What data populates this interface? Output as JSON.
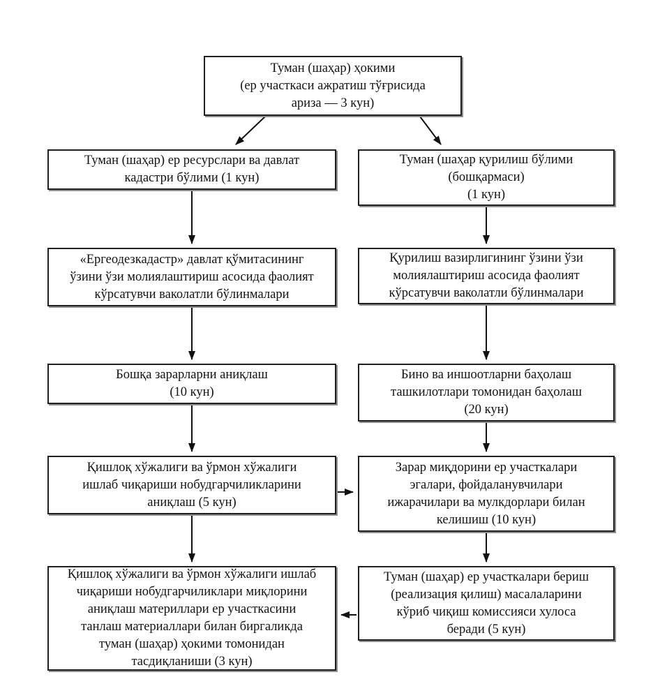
{
  "diagram": {
    "type": "flowchart",
    "language": "uz-cyrillic",
    "nodes": {
      "top": {
        "text": "Туман (шаҳар) ҳокими\n(ер участкаси ажратиш тўғрисида\nариза — 3 кун)"
      },
      "left1": {
        "text": "Туман (шаҳар) ер ресурслари ва давлат\nкадастри бўлими (1 кун)"
      },
      "left2": {
        "text": "«Ергеодезкадастр» давлат қўмитасининг\nўзини ўзи молиялаштириш асосида фаолият\nкўрсатувчи ваколатли бўлинмалари"
      },
      "left3": {
        "text": "Бошқа зарарларни аниқлаш\n(10 кун)"
      },
      "left4": {
        "text": "Қишлоқ хўжалиги ва ўрмон хўжалиги\nишлаб чиқариши нобудгарчиликларини\nаниқлаш (5 кун)"
      },
      "left5": {
        "text": "Қишлоқ хўжалиги ва ўрмон хўжалиги ишлаб\nчиқариши нобудгарчиликлари миқлорини\nаниқлаш материллари ер участкасини\nтанлаш материаллари билан биргаликда\nтуман (шаҳар) ҳокими томонидан\nтасдиқланиши (3 кун)"
      },
      "right1": {
        "text": "Туман (шаҳар қурилиш бўлими\n(бошқармаси)\n(1 кун)"
      },
      "right2": {
        "text": "Қурилиш вазирлигининг  ўзини ўзи\nмолиялаштириш асосида фаолият\nкўрсатувчи ваколатли бўлинмалари"
      },
      "right3": {
        "text": "Бино ва иншоотларни баҳолаш\nташкилотлари томонидан баҳолаш\n(20 кун)"
      },
      "right4": {
        "text": "Зарар миқдорини ер участкалари\nэгалари, фойдаланувчилари\nижарачилари ва мулкдорлари билан\nкелишиш (10 кун)"
      },
      "right5": {
        "text": "Туман (шаҳар) ер участкалари бериш\n(реализация қилиш) масалаларини\nкўриб чиқиш комиссияси хулоса\nберади (5 кун)"
      }
    },
    "colors": {
      "background": "#ffffff",
      "box_border": "#1f1f1f",
      "box_shadow": "#8f8f8f",
      "text": "#131313",
      "arrow": "#111111"
    }
  }
}
